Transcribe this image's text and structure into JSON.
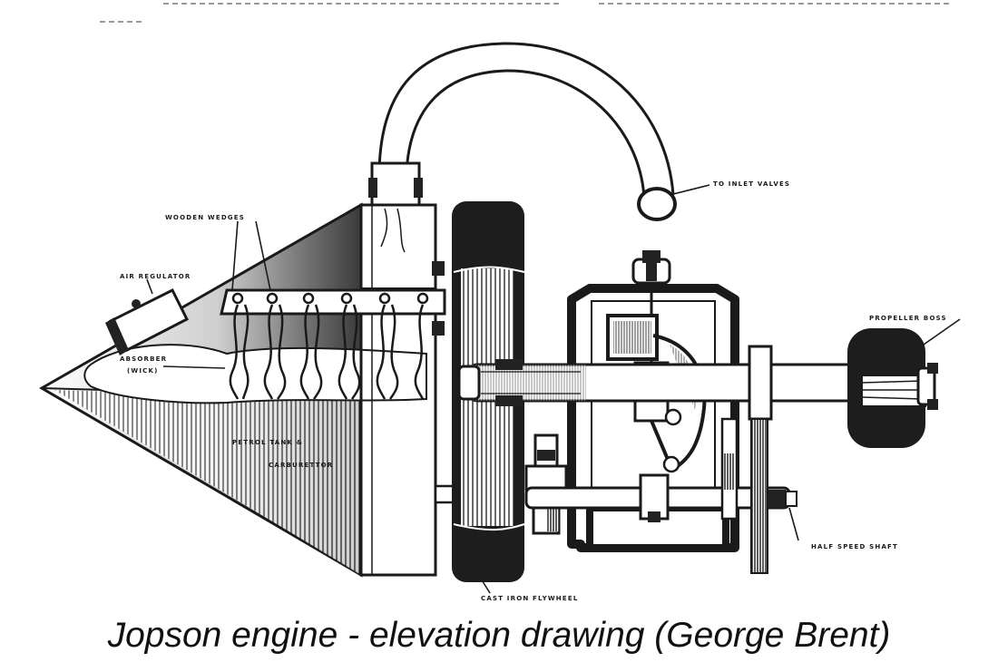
{
  "diagram": {
    "caption": "Jopson engine - elevation drawing (George Brent)",
    "labels": {
      "wooden_wedges": "WOODEN WEDGES",
      "air_regulator": "AIR REGULATOR",
      "absorber": "ABSORBER",
      "absorber_sub": "(WICK)",
      "to_inlet_valves": "TO INLET VALVES",
      "propeller_boss": "PROPELLER BOSS",
      "petrol_tank_line1": "PETROL TANK &",
      "petrol_tank_line2": "CARBURETTOR",
      "half_speed_shaft": "HALF SPEED SHAFT",
      "cast_iron_flywheel": "CAST IRON FLYWHEEL"
    },
    "colors": {
      "ink": "#1a1a1a",
      "paper": "#ffffff",
      "dark_fill": "#222222"
    }
  }
}
